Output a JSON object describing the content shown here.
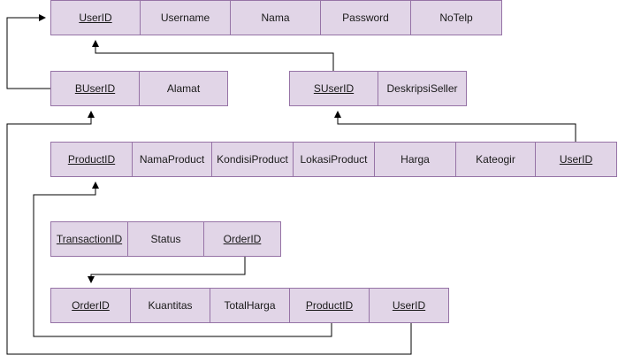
{
  "colors": {
    "cell_fill": "#e1d5e7",
    "cell_border": "#9673a6",
    "line": "#000000"
  },
  "tables": [
    {
      "id": "user",
      "cells": [
        {
          "label": "UserID",
          "key": true
        },
        {
          "label": "Username",
          "key": false
        },
        {
          "label": "Nama",
          "key": false
        },
        {
          "label": "Password",
          "key": false
        },
        {
          "label": "NoTelp",
          "key": false
        }
      ]
    },
    {
      "id": "buyer",
      "cells": [
        {
          "label": "BUserID",
          "key": true
        },
        {
          "label": "Alamat",
          "key": false
        }
      ]
    },
    {
      "id": "seller",
      "cells": [
        {
          "label": "SUserID",
          "key": true
        },
        {
          "label": "DeskripsiSeller",
          "key": false
        }
      ]
    },
    {
      "id": "product",
      "cells": [
        {
          "label": "ProductID",
          "key": true
        },
        {
          "label": "NamaProduct",
          "key": false
        },
        {
          "label": "KondisiProduct",
          "key": false
        },
        {
          "label": "LokasiProduct",
          "key": false
        },
        {
          "label": "Harga",
          "key": false
        },
        {
          "label": "Kateogir",
          "key": false
        },
        {
          "label": "UserID",
          "key": true
        }
      ]
    },
    {
      "id": "transaction",
      "cells": [
        {
          "label": "TransactionID",
          "key": true
        },
        {
          "label": "Status",
          "key": false
        },
        {
          "label": "OrderID",
          "key": true
        }
      ]
    },
    {
      "id": "order",
      "cells": [
        {
          "label": "OrderID",
          "key": true
        },
        {
          "label": "Kuantitas",
          "key": false
        },
        {
          "label": "TotalHarga",
          "key": false
        },
        {
          "label": "ProductID",
          "key": true
        },
        {
          "label": "UserID",
          "key": true
        }
      ]
    }
  ],
  "relations": [
    {
      "from": "buyer.BUserID",
      "to": "user.UserID"
    },
    {
      "from": "seller.SUserID",
      "to": "user.UserID"
    },
    {
      "from": "product.UserID",
      "to": "seller.SUserID"
    },
    {
      "from": "transaction.OrderID",
      "to": "order.OrderID"
    },
    {
      "from": "order.ProductID",
      "to": "product.ProductID"
    },
    {
      "from": "order.UserID",
      "to": "buyer.BUserID"
    }
  ]
}
